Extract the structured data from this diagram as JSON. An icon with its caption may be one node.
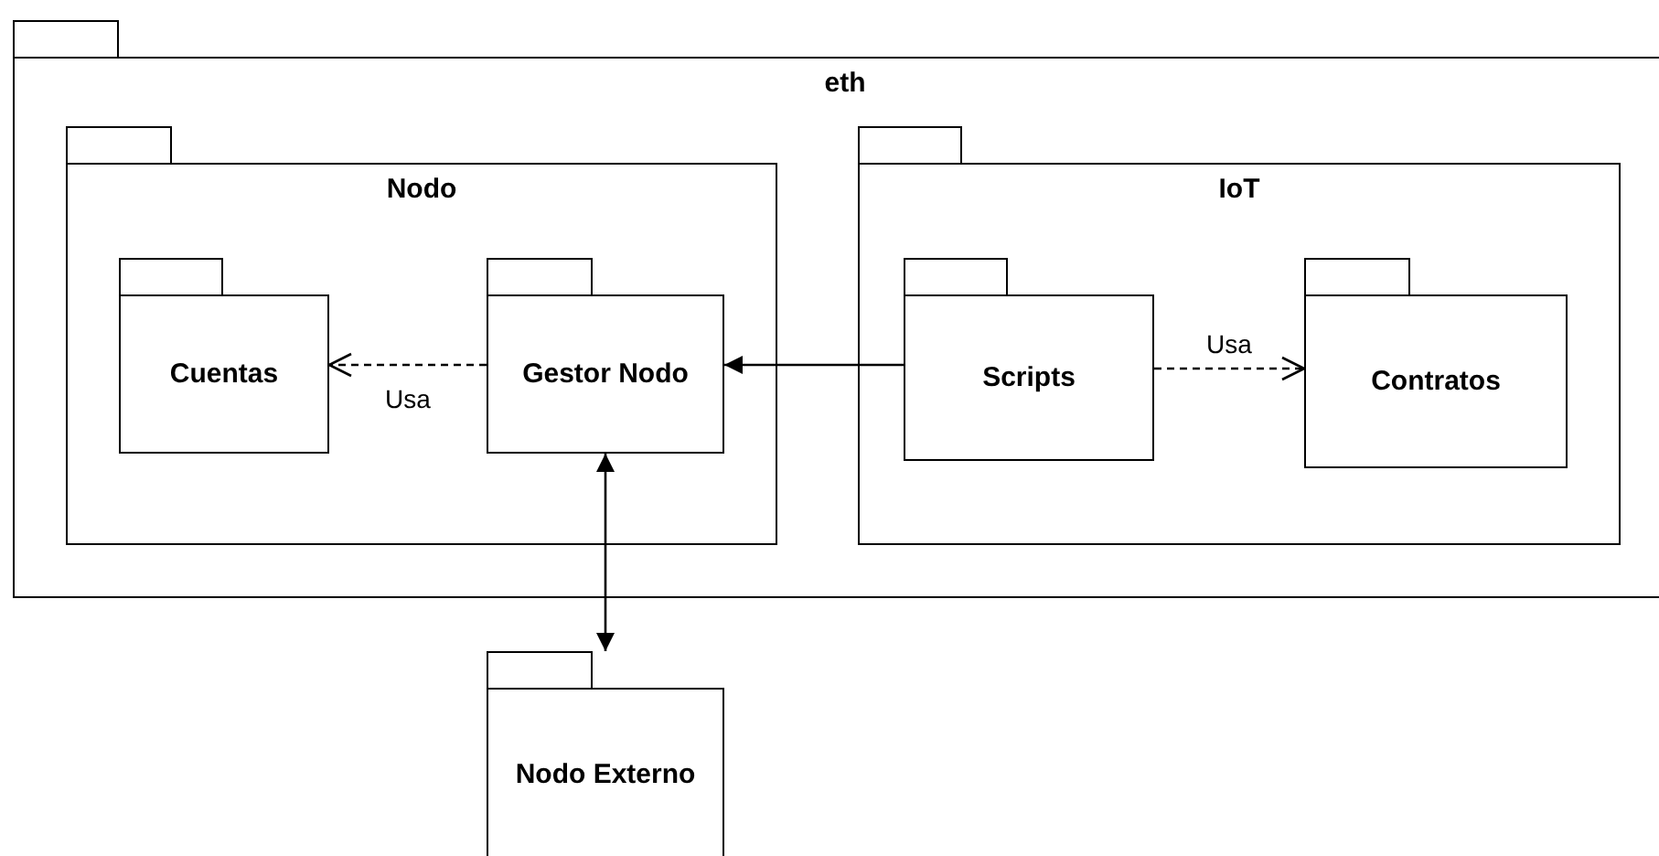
{
  "diagram": {
    "nodes": [
      {
        "text": [
          "eth"
        ]
      },
      {
        "text": [
          "Nodo"
        ],
        "in": 0
      },
      {
        "text": [
          "Cuentas"
        ],
        "in": 1
      },
      {
        "text": [
          "Gestor Nodo"
        ],
        "in": 1
      },
      {
        "text": [
          "IoT"
        ],
        "in": 0
      },
      {
        "text": [
          "Scripts"
        ],
        "in": 4
      },
      {
        "text": [
          "Contratos"
        ],
        "in": 4
      },
      {
        "text": [
          "Nodo Externo"
        ]
      }
    ],
    "edges": [
      {
        "from": 3,
        "to": 2,
        "arrow": "to",
        "label": "Usa",
        "style": "dashed"
      },
      {
        "from": 5,
        "to": 3,
        "arrow": "to"
      },
      {
        "from": 3,
        "to": 7,
        "arrow": "both"
      },
      {
        "from": 5,
        "to": 6,
        "arrow": "to",
        "label": "Usa",
        "style": "dashed"
      }
    ]
  }
}
